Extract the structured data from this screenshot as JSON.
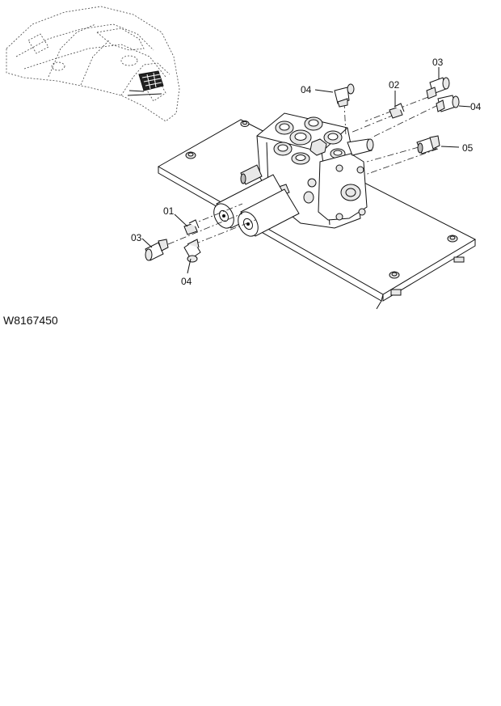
{
  "drawing_id": "W8167450",
  "callouts": [
    {
      "id": "c-01",
      "text": "01"
    },
    {
      "id": "c-02",
      "text": "02"
    },
    {
      "id": "c-03-right",
      "text": "03"
    },
    {
      "id": "c-03-left",
      "text": "03"
    },
    {
      "id": "c-04-top",
      "text": "04"
    },
    {
      "id": "c-04-right",
      "text": "04"
    },
    {
      "id": "c-04-bottom",
      "text": "04"
    },
    {
      "id": "c-05",
      "text": "05"
    }
  ]
}
